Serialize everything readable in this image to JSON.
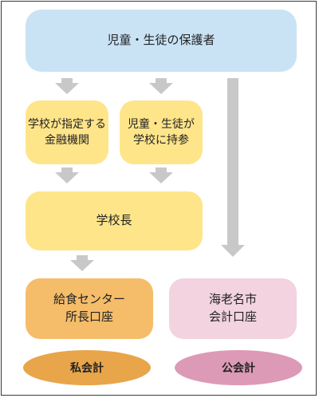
{
  "boxes": {
    "guardian": "児童・生徒の保護者",
    "bank_line1": "学校が指定する",
    "bank_line2": "金融機関",
    "bring_line1": "児童・生徒が",
    "bring_line2": "学校に持参",
    "principal": "学校長",
    "center_line1": "給食センター",
    "center_line2": "所長口座",
    "city_line1": "海老名市",
    "city_line2": "会計口座"
  },
  "labels": {
    "private_accounting": "私会計",
    "public_accounting": "公会計"
  },
  "colors": {
    "guardian": "#c9e3f5",
    "yellow_box": "#ffe58a",
    "center_box": "#f5bd6a",
    "city_box": "#f2d3df",
    "private_badge": "#e8a54a",
    "public_badge": "#dc9ab6",
    "arrow": "#c8c8c8"
  }
}
